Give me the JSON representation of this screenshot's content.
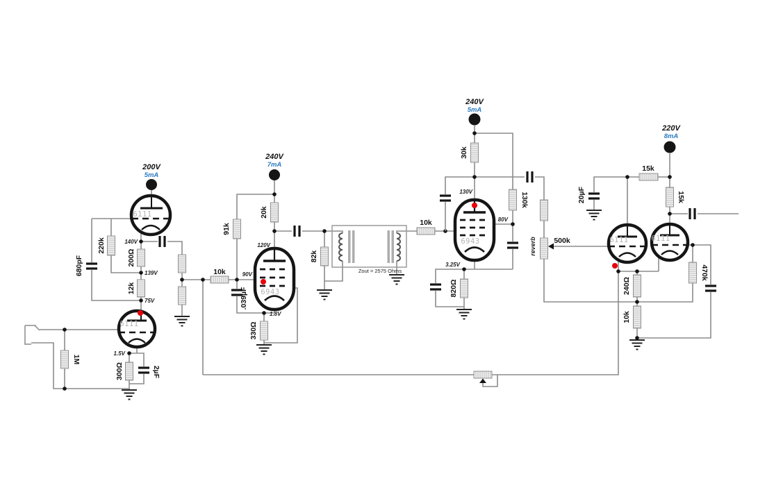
{
  "colors": {
    "current_annotation": "#2b7bbf",
    "marker_dot": "#e8000a",
    "wire": "#8c8c8c"
  },
  "stage1": {
    "supply_v": "200V",
    "supply_i": "5mA",
    "tube_upper": "6111",
    "tube_input": "6111",
    "v_cathode_upper": "140V",
    "v_divider": "139V",
    "v_plate_input": "75V",
    "v_cathode_input": "1.5V",
    "r_grid": "220k",
    "c_grid": "680pF",
    "r_cathode_upper": "200Ω",
    "r_plate_input": "12k",
    "r_input": "1M",
    "r_cathode_input": "300Ω",
    "c_cathode_input": "2µF"
  },
  "interstage": {
    "r_grid_stopper": "10k"
  },
  "stage2": {
    "supply_v": "240V",
    "supply_i": "7mA",
    "tube": "6943",
    "v_plate": "120V",
    "v_grid": "90V",
    "v_cathode": "1.8V",
    "r_feedback": "91k",
    "r_plate": "20k",
    "c_feedback": ".039µF",
    "r_cathode": "330Ω"
  },
  "transformer": {
    "r_load": "82k",
    "caption": "Zout = 2575 Ohms",
    "r_grid_stopper": "10k"
  },
  "stage3": {
    "supply_v": "240V",
    "supply_i": "5mA",
    "tube": "6943",
    "v_plate": "130V",
    "v_screen": "80V",
    "v_cathode": "3.25V",
    "r_plate": "30k",
    "r_screen": "130k",
    "r_cathode": "820Ω"
  },
  "reverb": {
    "pot_name": "reverb",
    "pot_value": "500k"
  },
  "stage4": {
    "supply_v": "220V",
    "supply_i": "8mA",
    "tube_left": "6111",
    "tube_right": "6111",
    "r_top": "15k",
    "r_plate": "15k",
    "c_decouple": "20µF",
    "r_cathode": "240Ω",
    "r_tail": "10k",
    "r_grid": "470k"
  }
}
